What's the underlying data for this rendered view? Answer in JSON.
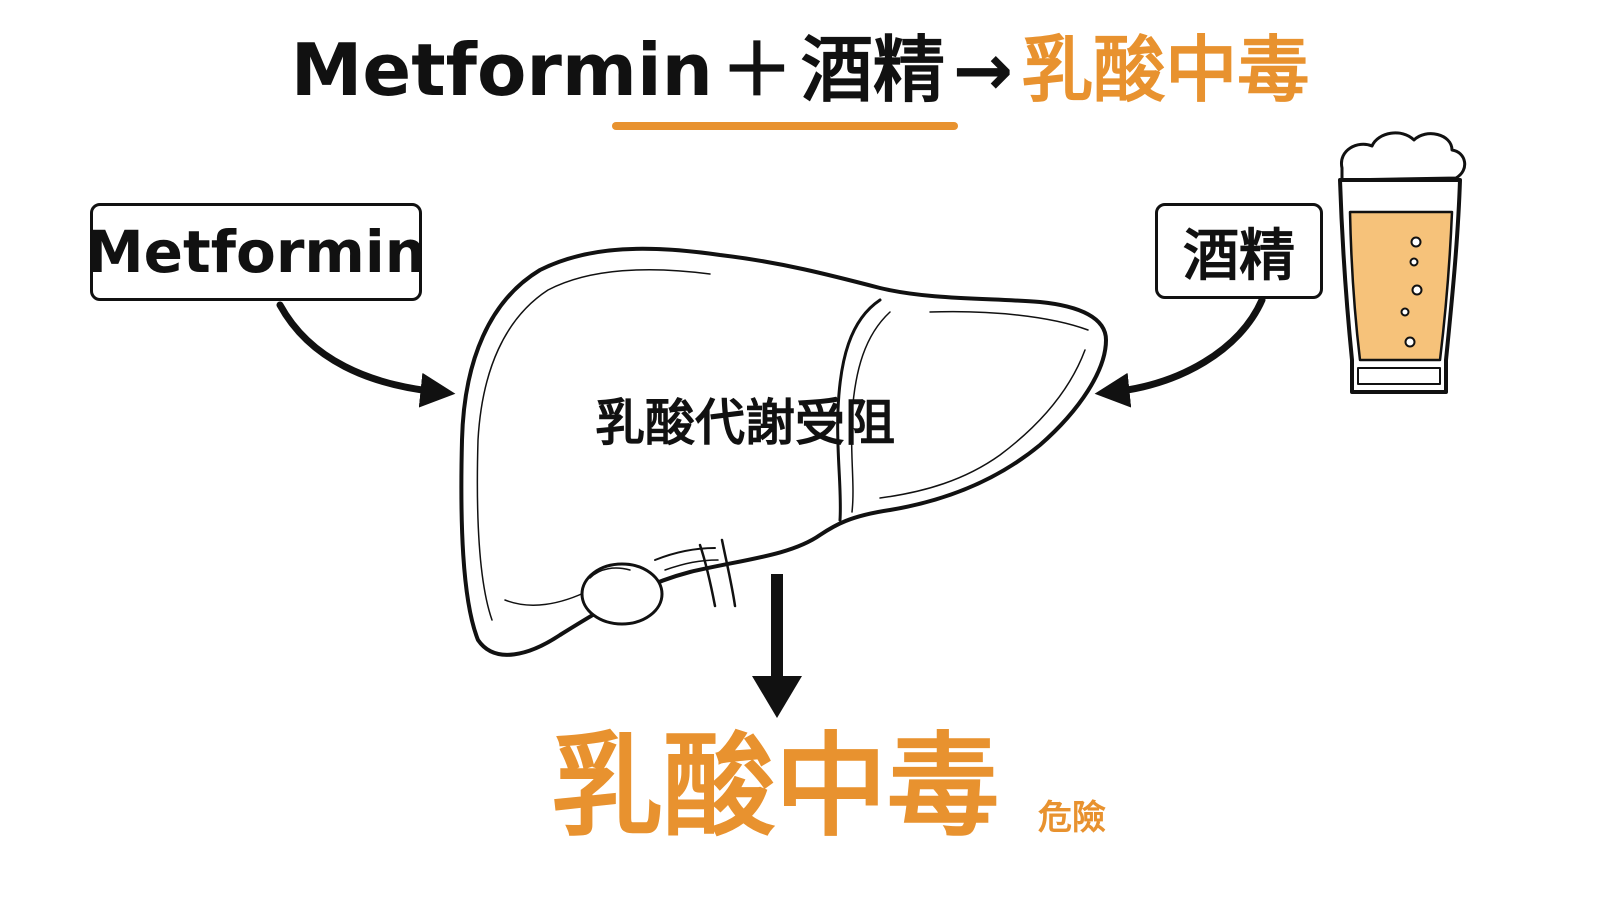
{
  "title": {
    "drug": "Metformin",
    "plus": "＋",
    "alcohol": "酒精",
    "arrow": "→",
    "result": "乳酸中毒"
  },
  "left_box": {
    "label": "Metformin"
  },
  "right_box": {
    "label": "酒精"
  },
  "liver": {
    "label": "乳酸代謝受阻"
  },
  "outcome": {
    "label": "乳酸中毒",
    "tag": "危險"
  },
  "colors": {
    "accent": "#e8922f",
    "ink": "#111111",
    "beer": "#f6c27a"
  },
  "icons": [
    "liver-icon",
    "beer-glass-icon",
    "arrow-down-icon",
    "curved-arrow-icon"
  ]
}
